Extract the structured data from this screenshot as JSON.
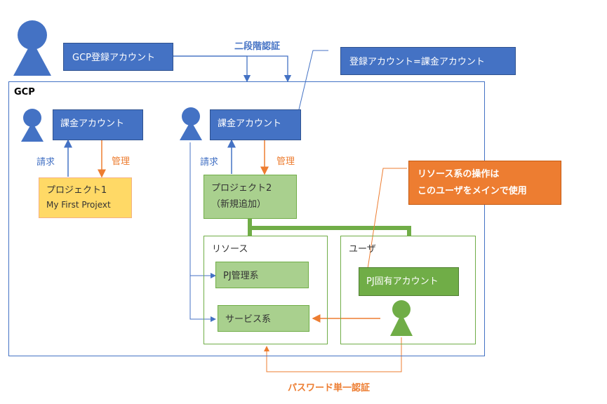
{
  "top": {
    "gcp_account": "GCP登録アカウント",
    "two_factor": "二段階認証",
    "note": "登録アカウント=課金アカウント"
  },
  "gcp": {
    "label": "GCP",
    "left": {
      "billing": "課金アカウント",
      "invoice": "請求",
      "manage": "管理",
      "project_line1": "プロジェクト1",
      "project_line2": "My First Projext"
    },
    "right": {
      "billing": "課金アカウント",
      "invoice": "請求",
      "manage": "管理",
      "project_line1": "プロジェクト2",
      "project_line2": "（新規追加）"
    },
    "resources": {
      "label": "リソース",
      "pj_mgmt": "PJ管理系",
      "service": "サービス系"
    },
    "users": {
      "label": "ユーザ",
      "pj_account": "PJ固有アカウント"
    },
    "callout_line1": "リソース系の操作は",
    "callout_line2": "このユーザをメインで使用",
    "password_auth": "パスワード単一認証"
  },
  "colors": {
    "blue": "#4472c4",
    "orange": "#ed7d31",
    "green": "#70ad47",
    "light_green": "#a9d08e",
    "yellow": "#ffd966"
  }
}
